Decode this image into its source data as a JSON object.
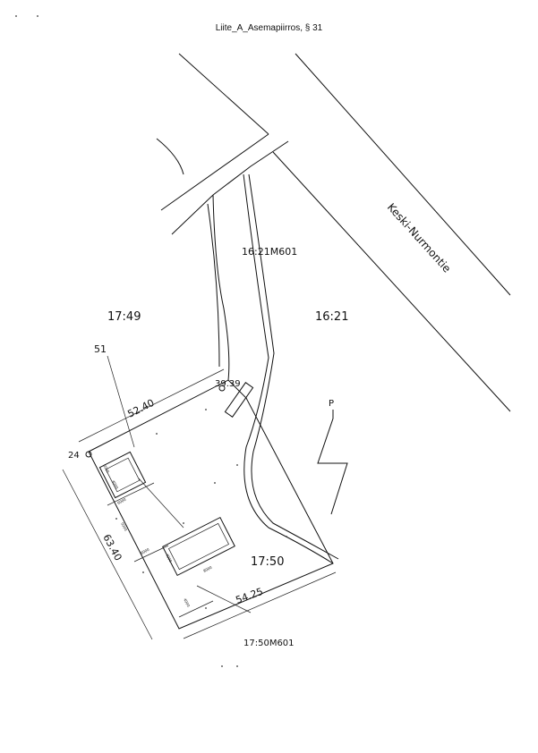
{
  "header": {
    "title": "Liite_A_Asemapiirros, § 31"
  },
  "road": {
    "name": "Keski-Nurmontie"
  },
  "parcels": {
    "p1721m601": "16:21M601",
    "p1749": "17:49",
    "p1621": "16:21",
    "p1750": "17:50",
    "p1750m601": "17:50M601"
  },
  "markers": {
    "m51": "51",
    "m24": "24",
    "m3939": "39.39"
  },
  "dimensions": {
    "top": "52.40",
    "left": "63.40",
    "bottom": "54.25",
    "small_labels": [
      "6000",
      "4000",
      "6000",
      "5000",
      "4000",
      "6000",
      "8000",
      "4000"
    ]
  },
  "north": {
    "label": "P"
  }
}
